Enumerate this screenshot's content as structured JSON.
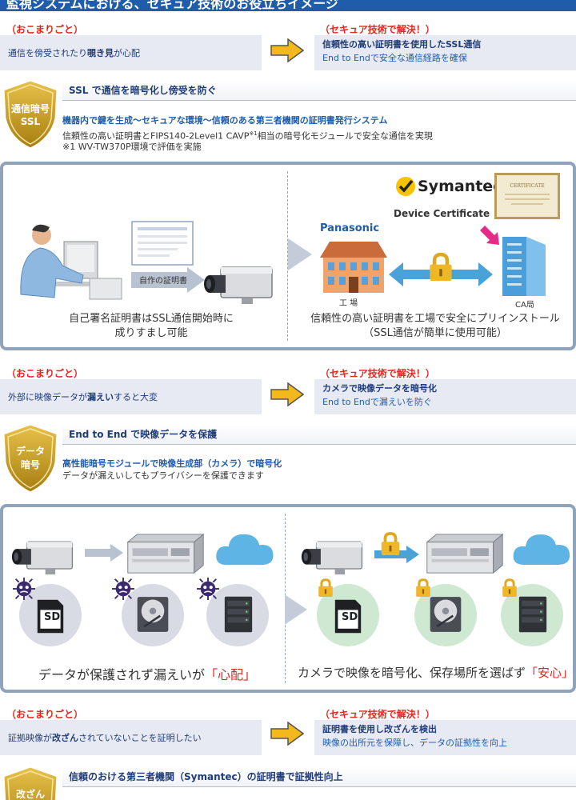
{
  "header": {
    "title": "監視システムにおける、セキュア技術のお役立ちイメージ"
  },
  "labels": {
    "problem": "（おこまりごと）",
    "solution": "（セキュア技術で解決！）"
  },
  "colors": {
    "brand_blue": "#1f5cab",
    "alert_red": "#e8231c",
    "arrow_yellow": "#f2b81c",
    "shield_gold": "#c9a020"
  },
  "block1": {
    "problem_text_a": "通信を傍受されたり",
    "problem_text_bold": "覗き見",
    "problem_text_b": "が心配",
    "solution_line1": "信頼性の高い証明書を使用したSSL通信",
    "solution_line2": "End to Endで安全な通信経路を確保",
    "shield_line1": "通信暗号",
    "shield_line2": "SSL",
    "section_title": "SSL で通信を暗号化し傍受を防ぐ",
    "subtitle": "機器内で鍵を生成～セキュアな環境～信頼のある第三者機関の証明書発行システム",
    "desc1_a": "信頼性の高い証明書とFIPS140-2Level1 CAVP",
    "desc1_sup": "※1",
    "desc1_b": "相当の暗号化モジュールで安全な通信を実現",
    "desc2": "※1 WV-TW370P環境で評価を実施",
    "panel": {
      "self_cert_label": "自作の証明書",
      "left_caption_1": "自己署名証明書はSSL通信開始時に",
      "left_caption_2": "成りすまし可能",
      "symantec": "Symantec.",
      "device_cert": "Device Certificate",
      "certificate_word": "CERTIFICATE",
      "panasonic": "Panasonic",
      "factory": "工 場",
      "ca": "CA局",
      "right_caption_1": "信頼性の高い証明書を工場で安全にプリインストール",
      "right_caption_2": "（SSL通信が簡単に使用可能）"
    }
  },
  "block2": {
    "problem_text_a": "外部に映像データが",
    "problem_text_bold": "漏えい",
    "problem_text_b": "すると大変",
    "solution_line1": "カメラで映像データを暗号化",
    "solution_line2": "End to Endで漏えいを防ぐ",
    "shield_line1": "データ",
    "shield_line2": "暗号",
    "section_title": "End to End で映像データを保護",
    "subtitle": "高性能暗号モジュールで映像生成部（カメラ）で暗号化",
    "desc1": "データが漏えいしてもプライバシーを保護できます",
    "panel": {
      "sd": "SD",
      "left_caption_a": "データが保護されず漏えいが",
      "left_caption_q": "「心配」",
      "right_caption_a": "カメラで映像を暗号化、保存場所を選ばず",
      "right_caption_q": "「安心」"
    }
  },
  "block3": {
    "problem_text_a": "証拠映像が",
    "problem_text_bold": "改ざん",
    "problem_text_b": "されていないことを証明したい",
    "solution_line1": "証明書を使用し改ざんを検出",
    "solution_line2": "映像の出所元を保障し、データの証拠性を向上",
    "shield_line1": "改ざん",
    "section_title": "信頼のおける第三者機関（Symantec）の証明書で証拠性向上"
  }
}
